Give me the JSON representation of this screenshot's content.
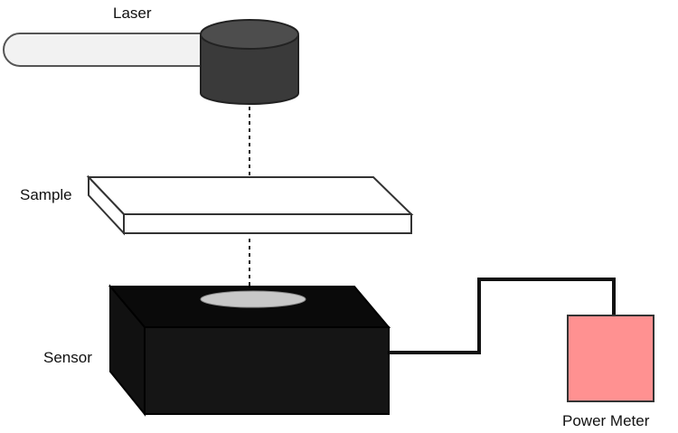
{
  "labels": {
    "laser": "Laser",
    "sample": "Sample",
    "sensor": "Sensor",
    "power_meter": "Power Meter"
  },
  "colors": {
    "laser_body": "#3a3a3a",
    "laser_top": "#4d4d4d",
    "laser_arm": "#f2f2f2",
    "sample": "#ffffff",
    "sensor_front": "#151515",
    "sensor_top": "#0a0a0a",
    "sensor_aperture": "#c8c8c8",
    "power_meter": "#ff9191",
    "cable": "#111111",
    "beam": "#222222"
  },
  "icons": {
    "laser": "laser-icon",
    "sample": "sample-slide-icon",
    "sensor": "sensor-block-icon",
    "power_meter": "power-meter-icon"
  }
}
